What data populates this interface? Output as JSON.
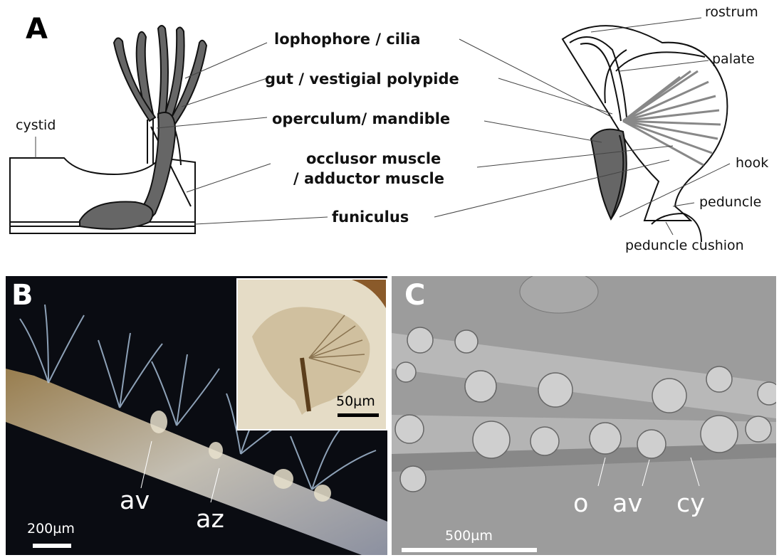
{
  "panelA": {
    "letter": "A",
    "labels": {
      "cystid": "cystid",
      "lophophore": "lophophore / cilia",
      "gut": "gut / vestigial polypide",
      "operculum": "operculum/ mandible",
      "occlusor_line1": "occlusor muscle",
      "occlusor_line2": "/ adductor muscle",
      "funiculus": "funiculus",
      "rostrum": "rostrum",
      "palate": "palate",
      "hook": "hook",
      "peduncle": "peduncle",
      "peduncle_cushion": "peduncle cushion"
    }
  },
  "panelB": {
    "letter": "B",
    "labels": {
      "av": "av",
      "az": "az"
    },
    "scale": "200µm",
    "inset_scale": "50µm"
  },
  "panelC": {
    "letter": "C",
    "labels": {
      "o": "o",
      "av": "av",
      "cy": "cy"
    },
    "scale": "500µm"
  }
}
